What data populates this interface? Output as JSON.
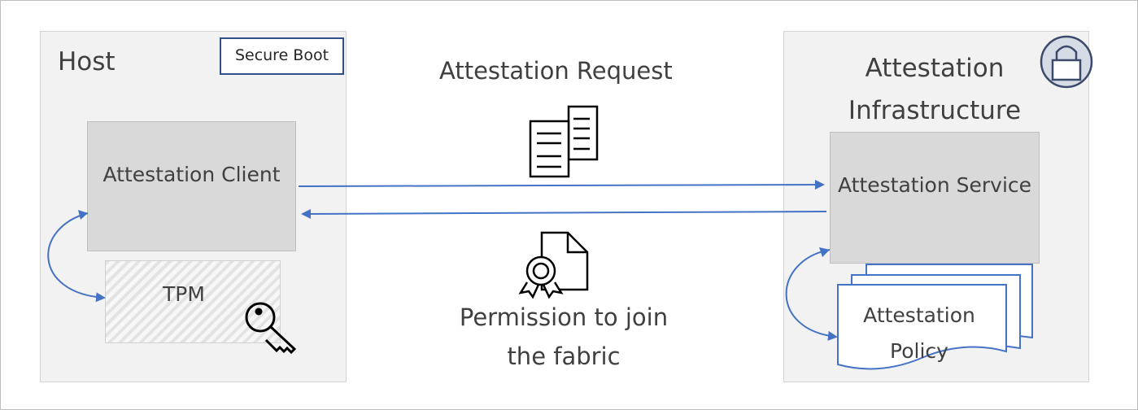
{
  "host": {
    "title": "Host",
    "secure_boot": "Secure Boot",
    "client": "Attestation Client",
    "tpm": "TPM"
  },
  "infrastructure": {
    "title": "Attestation Infrastructure",
    "service": "Attestation Service",
    "policy": "Attestation Policy"
  },
  "flows": {
    "request": "Attestation Request",
    "permission": "Permission to join the fabric"
  },
  "colors": {
    "arrow": "#4472c4",
    "panel": "#f2f2f2",
    "box": "#d9d9d9",
    "text": "#404040",
    "secure_boot_border": "#2f4f8a"
  },
  "icons": [
    "documents-icon",
    "certificate-icon",
    "key-icon",
    "lock-icon"
  ]
}
